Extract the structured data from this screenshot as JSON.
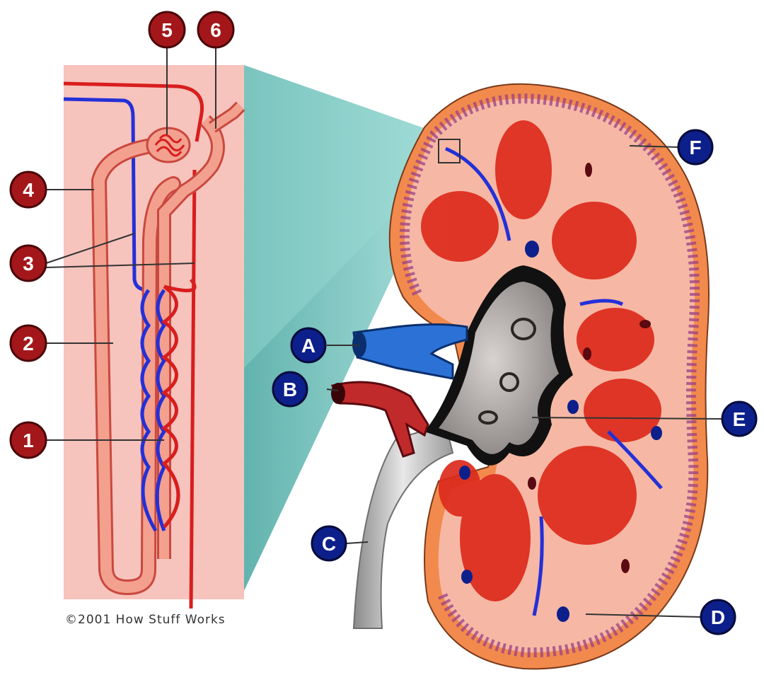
{
  "diagram": {
    "nephron_labels": [
      "1",
      "2",
      "3",
      "4",
      "5",
      "6"
    ],
    "kidney_labels": [
      "A",
      "B",
      "C",
      "D",
      "E",
      "F"
    ],
    "copyright": "©2001 How Stuff Works"
  },
  "colors": {
    "red_marker": "#a3171b",
    "blue_marker": "#0d1f8a",
    "artery": "#d81e1e",
    "vein": "#2430d8",
    "tubule": "#f3a08f",
    "cortex": "#f6b8a4",
    "capsule": "#f28a4d",
    "medulla": "#dc2a1c",
    "pelvis": "#a09a98",
    "zoom_panel": "#f7c3bd",
    "zoom_beam": "#3aa6a0"
  }
}
